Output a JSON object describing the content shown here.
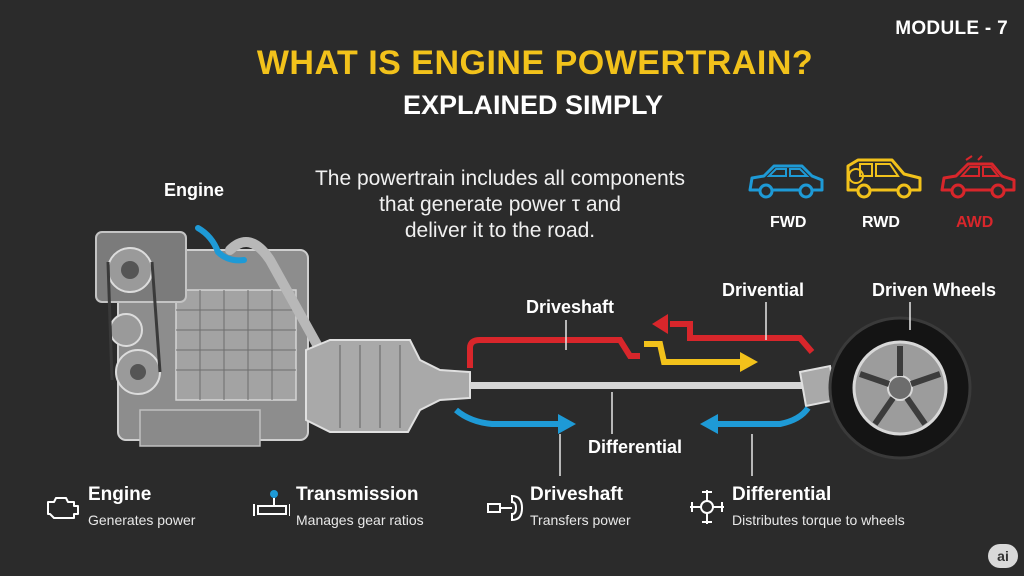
{
  "module": "MODULE - 7",
  "title": "WHAT IS ENGINE POWERTRAIN?",
  "subtitle": "EXPLAINED SIMPLY",
  "description": {
    "line1": "The powertrain includes all components",
    "line2": "that generate power τ and",
    "line3": "deliver it to the road."
  },
  "drive_types": [
    {
      "label": "FWD",
      "color": "#1e9ad6",
      "icon": "car-blue-icon"
    },
    {
      "label": "RWD",
      "color": "#f2c21b",
      "icon": "car-yellow-icon"
    },
    {
      "label": "AWD",
      "color": "#d8262b",
      "icon": "car-red-icon"
    }
  ],
  "diagram_labels": {
    "engine": "Engine",
    "driveshaft": "Driveshaft",
    "drivential": "Drivential",
    "driven_wheels": "Driven Wheels",
    "differential": "Differential"
  },
  "colors": {
    "accent_yellow": "#f2c21b",
    "flow_blue": "#1e9ad6",
    "flow_red": "#d8262b",
    "background": "#2b2b2b"
  },
  "legend": [
    {
      "title": "Engine",
      "desc": "Generates power",
      "icon": "engine-icon"
    },
    {
      "title": "Transmission",
      "desc": "Manages gear ratios",
      "icon": "transmission-icon"
    },
    {
      "title": "Driveshaft",
      "desc": "Transfers power",
      "icon": "driveshaft-icon"
    },
    {
      "title": "Differential",
      "desc": "Distributes torque to wheels",
      "icon": "differential-icon"
    }
  ],
  "badge": "ai"
}
